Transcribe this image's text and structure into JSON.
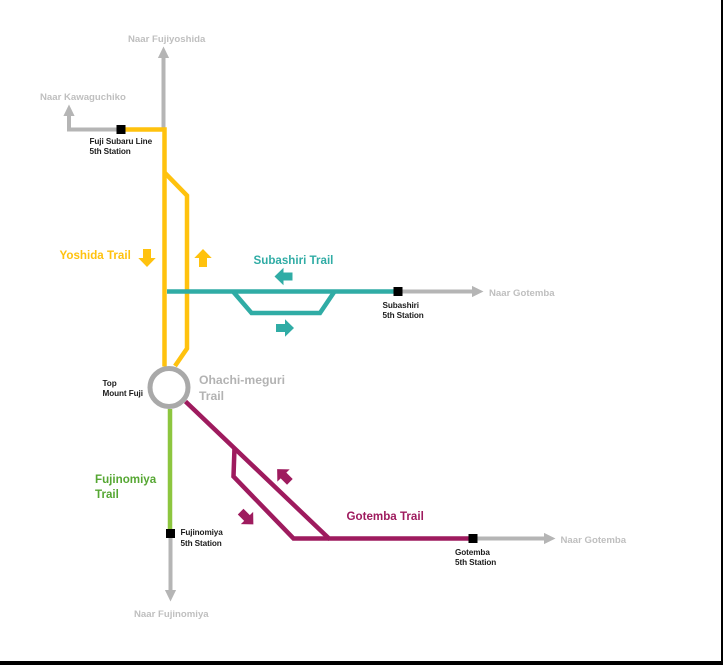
{
  "title": "Mount Fuji climbing trails schematic diagram",
  "colors": {
    "yoshida": "#FFC20E",
    "subashiri": "#30ACA5",
    "fujinomiya_line": "#8DC63F",
    "fujinomiya_text": "#56A733",
    "gotemba": "#9E1B5E",
    "route": "#B5B5B5",
    "ring": "#A9A9A9",
    "destination_text": "#BFBFBF",
    "ohachi_text": "#B3B3B3",
    "station_text": "#1D1D1D",
    "marker": "#000000",
    "edge": "#000000",
    "background": "#FFFFFF"
  },
  "destinations": {
    "fujiyoshida": "Naar Fujiyoshida",
    "kawaguchiko": "Naar Kawaguchiko",
    "gotemba_upper": "Naar Gotemba",
    "gotemba_lower": "Naar Gotemba",
    "fujinomiya": "Naar Fujinomiya"
  },
  "trails": {
    "yoshida": {
      "label": "Yoshida Trail"
    },
    "subashiri": {
      "label": "Subashiri Trail"
    },
    "fujinomiya": {
      "label_line1": "Fujinomiya",
      "label_line2": "Trail"
    },
    "gotemba": {
      "label": "Gotemba Trail"
    },
    "ohachi": {
      "label_line1": "Ohachi-meguri",
      "label_line2": "Trail"
    }
  },
  "summit": {
    "line1": "Top",
    "line2": "Mount Fuji"
  },
  "stations": {
    "fuji_subaru": {
      "line1": "Fuji Subaru Line",
      "line2": "5th Station"
    },
    "subashiri": {
      "line1": "Subashiri",
      "line2": "5th Station"
    },
    "fujinomiya": {
      "line1": "Fujinomiya",
      "line2": "5th Station"
    },
    "gotemba": {
      "line1": "Gotemba",
      "line2": "5th Station"
    }
  }
}
